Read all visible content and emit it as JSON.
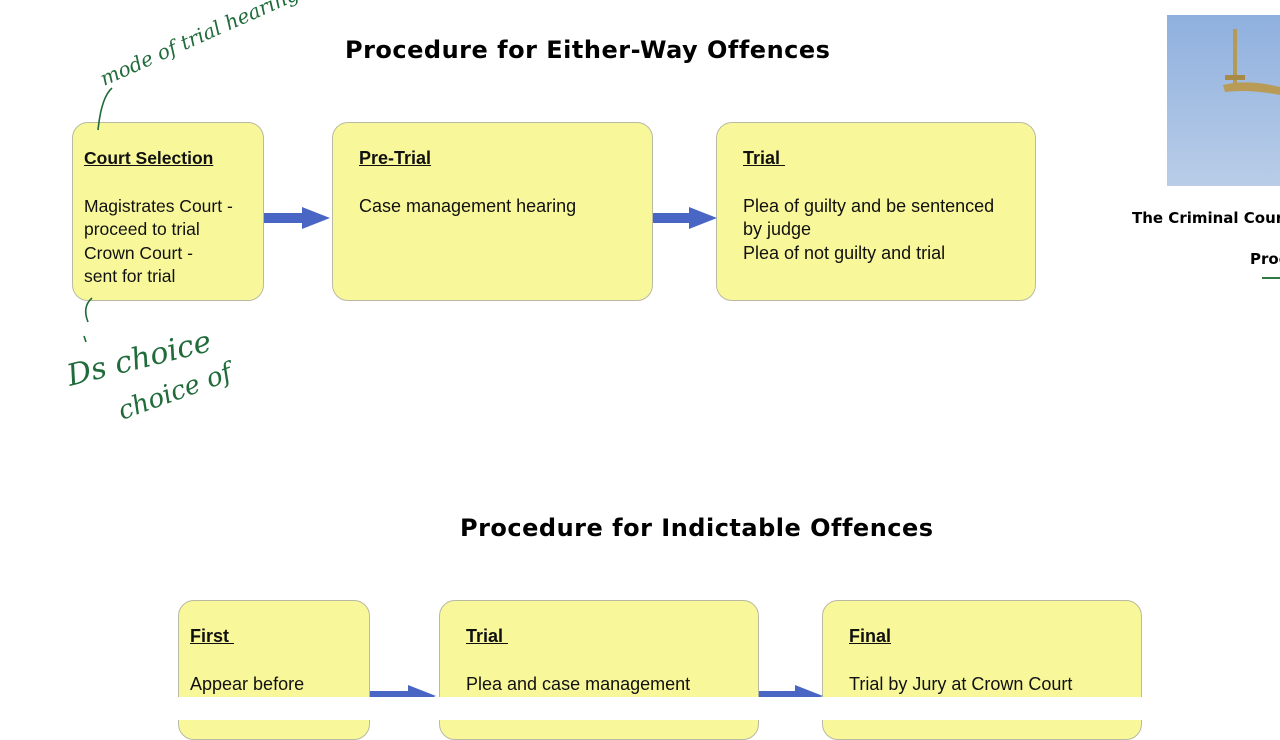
{
  "either_way": {
    "heading": "Procedure for Either-Way Offences",
    "boxes": [
      {
        "title": "Court Selection",
        "lines": [
          "Magistrates Court -",
          "proceed to trial",
          "Crown Court -",
          "sent for trial"
        ]
      },
      {
        "title": "Pre-Trial",
        "lines": [
          "Case management hearing"
        ]
      },
      {
        "title": "Trial ",
        "lines": [
          "Plea of guilty and be sentenced",
          "by judge",
          "Plea of not guilty and trial"
        ]
      }
    ]
  },
  "indictable": {
    "heading": "Procedure for Indictable Offences",
    "boxes": [
      {
        "title": "First ",
        "lines": [
          "Appear before"
        ]
      },
      {
        "title": "Trial ",
        "lines": [
          "Plea and case management"
        ]
      },
      {
        "title": "Final",
        "lines": [
          "Trial by Jury at Crown Court"
        ]
      }
    ]
  },
  "sidebar": {
    "caption": "The Criminal Court",
    "sub_caption": "Proc"
  },
  "handwriting": {
    "note_1": "mode of trial hearing",
    "note_2": "Ds choice",
    "note_3": "choice of"
  },
  "colors": {
    "box_fill": "#f8f89a",
    "arrow": "#4a66c4",
    "ink": "#1f6b3a"
  }
}
